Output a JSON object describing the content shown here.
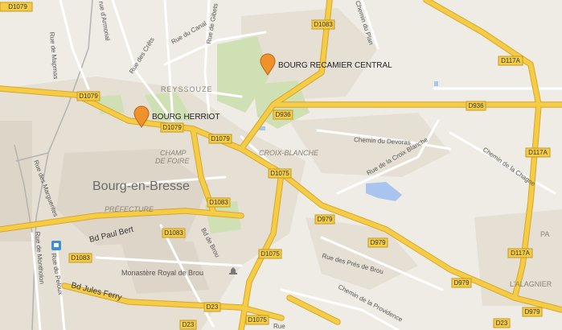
{
  "map": {
    "markers": [
      {
        "label": "BOURG RECAMIER CENTRAL",
        "color": "#f0922c"
      },
      {
        "label": "BOURG HERRIOT",
        "color": "#f0922c"
      }
    ],
    "place_labels": {
      "city": "Bourg-en-Bresse",
      "district_reyssouze": "REYSSOUZE",
      "district_champ": "CHAMP",
      "district_de_foire": "DE FOIRE",
      "district_croix_blanche": "CROIX-BLANCHE",
      "district_prefecture": "PRÉFECTURE",
      "district_alagnier": "L'ALAGNIER",
      "monastery": "Monastère Royal de Brou",
      "edge_pa": "PA"
    },
    "street_labels": {
      "rue_armorial": "rue d'Armorial",
      "rue_mapmas": "Rue de Mapmas",
      "rue_crets": "Rue des Crêts",
      "rue_canal": "Rue du Canal",
      "rue_gibets": "Rue de Gibets",
      "chemin_plan": "Chemin du Plan",
      "chemin_devoras": "Chemin du Devoras",
      "rue_croix_blanche": "Rue de la Croix Blanche",
      "chemin_chagne": "Chemin de la Chagne",
      "rue_marguerites": "Rue des Marguerites",
      "bd_paul_bert": "Bd Paul Bert",
      "bd_brou": "Bd de Brou",
      "rue_pres_brou": "Rue des Prés de Brou",
      "chemin_providence": "Chemin de la Providence",
      "rue_montholon": "Rue de Montholon",
      "rue_peloux": "Rue du Peloux",
      "bd_jules_ferry": "Bd Jules Ferry",
      "rue_bottom": "Rue"
    },
    "road_shields": {
      "d1079_top": "D1079",
      "d1083_top": "D1083",
      "d117a_top": "D117A",
      "d1079_mid": "D1079",
      "d1079_center": "D1079",
      "d1079_right": "D1079",
      "d936": "D936",
      "d936_right": "D936",
      "d117a_right": "D117A",
      "d1075_mid": "D1075",
      "d1083_mid": "D1083",
      "d979_a": "D979",
      "d979_b": "D979",
      "d1083_low": "D1083",
      "d1083_left": "D1083",
      "d1075_low": "D1075",
      "d117a_low": "D117A",
      "d979_c": "D979",
      "d979_d": "D979",
      "d23_a": "D23",
      "d23_b": "D23",
      "d1075_bottom": "D1075",
      "d23_c": "D23"
    },
    "colors": {
      "land": "#eeece4",
      "park": "#cfe0b4",
      "water": "#a9c5ef",
      "urban": "#e6e0d6",
      "major_road": "#f5cc45",
      "minor_road": "#ffffff",
      "rail": "#b8b8b8",
      "marker": "#f0922c"
    },
    "icons": {
      "marker": "map-pin-icon",
      "station": "train-station-icon",
      "monument": "monument-icon"
    }
  }
}
